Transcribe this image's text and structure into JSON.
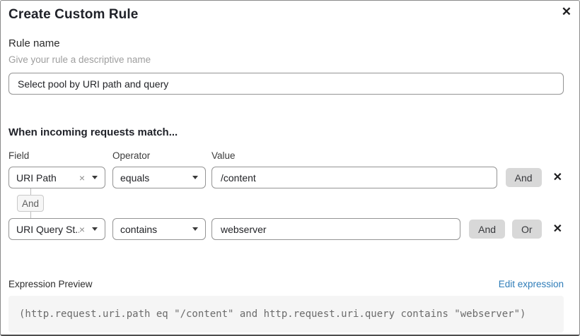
{
  "dialog": {
    "title": "Create Custom Rule"
  },
  "icons": {
    "close": "✕",
    "remove": "✕",
    "clear": "×"
  },
  "rule_name": {
    "label": "Rule name",
    "helper": "Give your rule a descriptive name",
    "value": "Select pool by URI path and query"
  },
  "match": {
    "heading": "When incoming requests match...",
    "columns": {
      "field": "Field",
      "operator": "Operator",
      "value": "Value"
    },
    "connector": "And",
    "rows": [
      {
        "field": "URI Path",
        "operator": "equals",
        "value": "/content",
        "buttons": [
          "And"
        ]
      },
      {
        "field": "URI Query St...",
        "operator": "contains",
        "value": "webserver",
        "buttons": [
          "And",
          "Or"
        ]
      }
    ]
  },
  "expression": {
    "label": "Expression Preview",
    "edit_link": "Edit expression",
    "code": "(http.request.uri.path eq \"/content\" and http.request.uri.query contains \"webserver\")"
  },
  "colors": {
    "link_blue": "#2e7cb8",
    "button_gray": "#d8d8d8",
    "code_background": "#f5f5f5",
    "border_gray": "#949494"
  }
}
